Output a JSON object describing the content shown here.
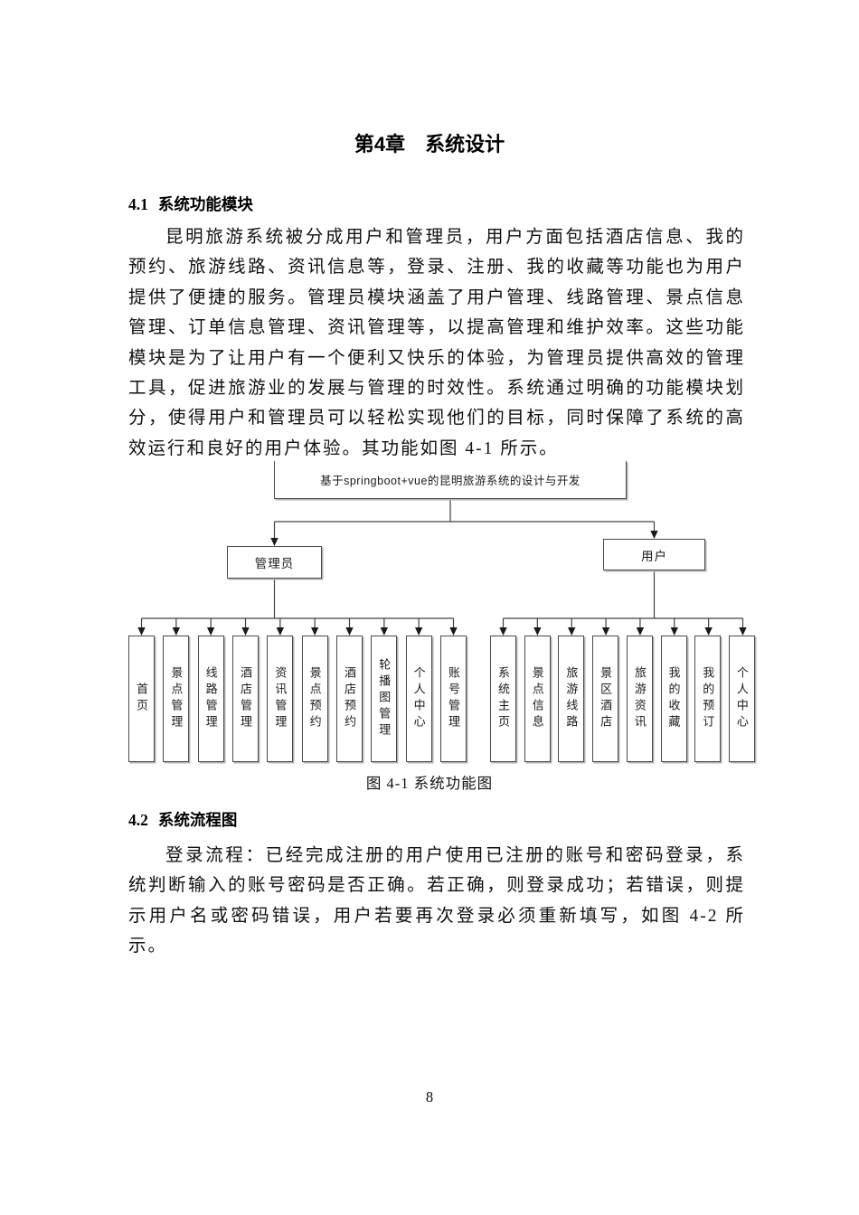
{
  "document": {
    "chapter_title": {
      "number": "第4章",
      "title": "系统设计"
    },
    "sections": [
      {
        "number": "4.1",
        "title": "系统功能模块"
      },
      {
        "number": "4.2",
        "title": "系统流程图"
      }
    ],
    "paragraph_4_1": "昆明旅游系统被分成用户和管理员，用户方面包括酒店信息、我的预约、旅游线路、资讯信息等，登录、注册、我的收藏等功能也为用户提供了便捷的服务。管理员模块涵盖了用户管理、线路管理、景点信息管理、订单信息管理、资讯管理等，以提高管理和维护效率。这些功能模块是为了让用户有一个便利又快乐的体验，为管理员提供高效的管理工具，促进旅游业的发展与管理的时效性。系统通过明确的功能模块划分，使得用户和管理员可以轻松实现他们的目标，同时保障了系统的高效运行和良好的用户体验。其功能如图 4-1 所示。",
    "figure_caption": "图 4-1 系统功能图",
    "paragraph_4_2": "登录流程：已经完成注册的用户使用已注册的账号和密码登录，系统判断输入的账号密码是否正确。若正确，则登录成功；若错误，则提示用户名或密码错误，用户若要再次登录必须重新填写，如图 4-2 所示。",
    "page_number": "8"
  },
  "diagram": {
    "root_label": "基于springboot+vue的昆明旅游系统的设计与开发",
    "branches": [
      {
        "label": "管理员",
        "children": [
          "首页",
          "景点管理",
          "线路管理",
          "酒店管理",
          "资讯管理",
          "景点预约",
          "酒店预约",
          "轮播图管理",
          "个人中心",
          "账号管理"
        ]
      },
      {
        "label": "用户",
        "children": [
          "系统主页",
          "景点信息",
          "旅游线路",
          "景区酒店",
          "旅游资讯",
          "我的收藏",
          "我的预订",
          "个人中心"
        ]
      }
    ],
    "colors": {
      "line": "#404040",
      "box_border": "#4a4a4a",
      "box_shadow": "#b3b3b3"
    }
  }
}
